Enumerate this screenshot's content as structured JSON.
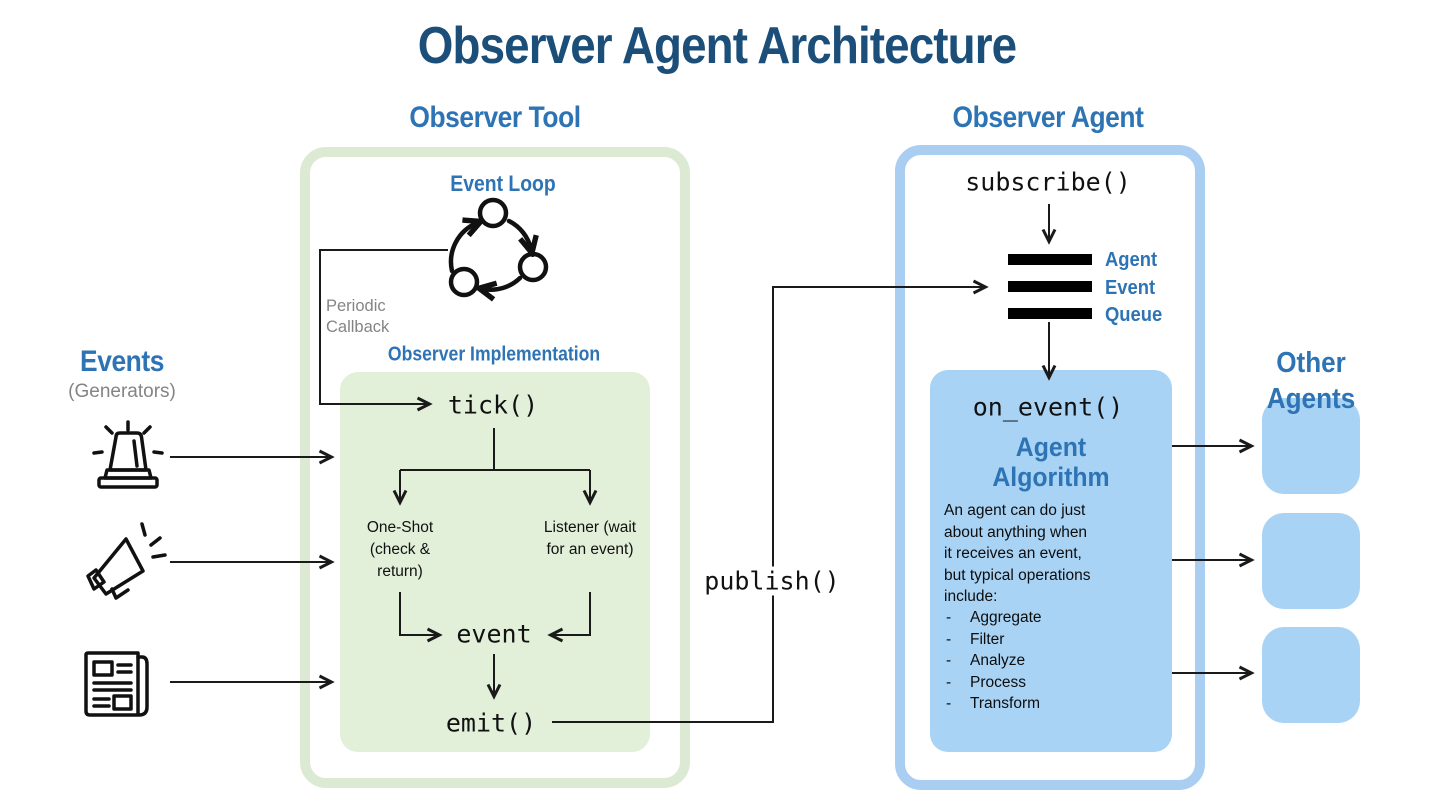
{
  "title": "Observer Agent Architecture",
  "colors": {
    "title_blue": "#1B4E79",
    "heading_blue": "#2E74B5",
    "green_border": "#DCEAD3",
    "green_fill": "#E2EFD9",
    "blue_border": "#A9CEF2",
    "blue_fill": "#A8D3F5",
    "line_black": "#1a1a1a",
    "gray_text": "#848484"
  },
  "observer_tool": {
    "heading": "Observer Tool",
    "event_loop_label": "Event Loop",
    "event_loop_icon": "cycle-arrows-icon",
    "periodic_callback_label": "Periodic Callback",
    "implementation_label": "Observer Implementation",
    "tick_label": "tick()",
    "one_shot_label": "One-Shot (check & return)",
    "listener_label": "Listener (wait for an event)",
    "event_label": "event",
    "emit_label": "emit()"
  },
  "events": {
    "heading": "Events",
    "subheading": "(Generators)",
    "generators": [
      "siren-icon",
      "megaphone-icon",
      "newspaper-icon"
    ]
  },
  "publish_label": "publish()",
  "observer_agent": {
    "heading": "Observer Agent",
    "subscribe_label": "subscribe()",
    "queue_icon": "queue-icon",
    "queue_labels": [
      "Agent",
      "Event",
      "Queue"
    ],
    "on_event_label": "on_event()",
    "algorithm_heading": "Agent Algorithm",
    "algorithm_description": "An agent can do just about anything when it receives an event, but typical operations include:",
    "bullet_char": "-",
    "operations": [
      "Aggregate",
      "Filter",
      "Analyze",
      "Process",
      "Transform"
    ]
  },
  "other_agents": {
    "heading": "Other Agents",
    "count": 3
  }
}
